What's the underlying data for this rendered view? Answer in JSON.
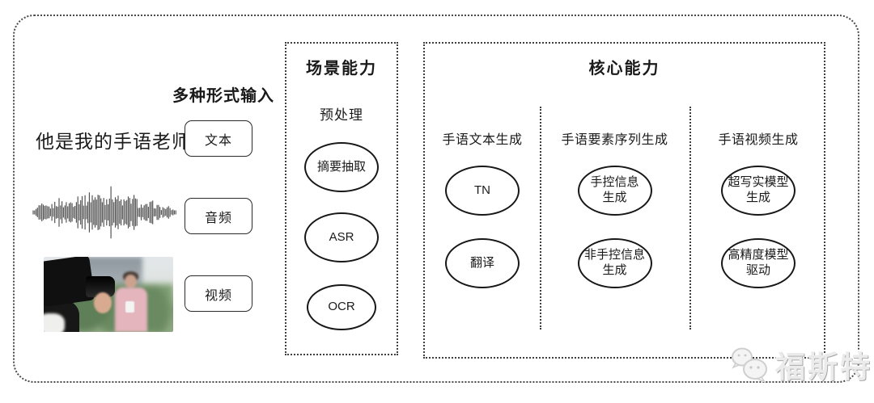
{
  "input_section": {
    "heading": "多种形式输入",
    "sentence": "他是我的手语老师",
    "boxes": [
      {
        "label": "文本"
      },
      {
        "label": "音频"
      },
      {
        "label": "视频"
      }
    ],
    "media": {
      "waveform_icon": "audio-waveform-icon",
      "photo_icon": "reporter-filming-photo"
    }
  },
  "scene_section": {
    "title": "场景能力",
    "subtitle": "预处理",
    "nodes": [
      "摘要抽取",
      "ASR",
      "OCR"
    ]
  },
  "core_section": {
    "title": "核心能力",
    "columns": [
      {
        "header": "手语文本生成",
        "nodes": [
          "TN",
          "翻译"
        ]
      },
      {
        "header": "手语要素序列生成",
        "nodes": [
          "手控信息\n生成",
          "非手控信息\n生成"
        ]
      },
      {
        "header": "手语视频生成",
        "nodes": [
          "超写实模型\n生成",
          "高精度模型\n驱动"
        ]
      }
    ]
  },
  "watermark": {
    "text": "福斯特",
    "icon": "chat-bubbles-logo-icon"
  },
  "colors": {
    "background": "#ffffff",
    "stroke": "#1a1a1a",
    "dotted_border": "#4a4a4a",
    "watermark_gray": "#d9d9d9"
  }
}
